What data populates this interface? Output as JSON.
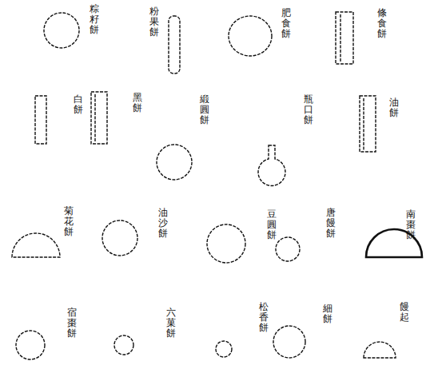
{
  "diagram": {
    "labels": [
      "粽籽餅",
      "粉果餅",
      "肥食餅",
      "條食餅",
      "白餅",
      "黑餅",
      "緞圓餅",
      "瓶口餅",
      "油餅",
      "菊花餅",
      "油沙餅",
      "豆圓餅",
      "唐饅餅",
      "南棗餅",
      "宿棗餅",
      "六菓餅",
      "松香餅",
      "細餅",
      "饅起"
    ]
  }
}
